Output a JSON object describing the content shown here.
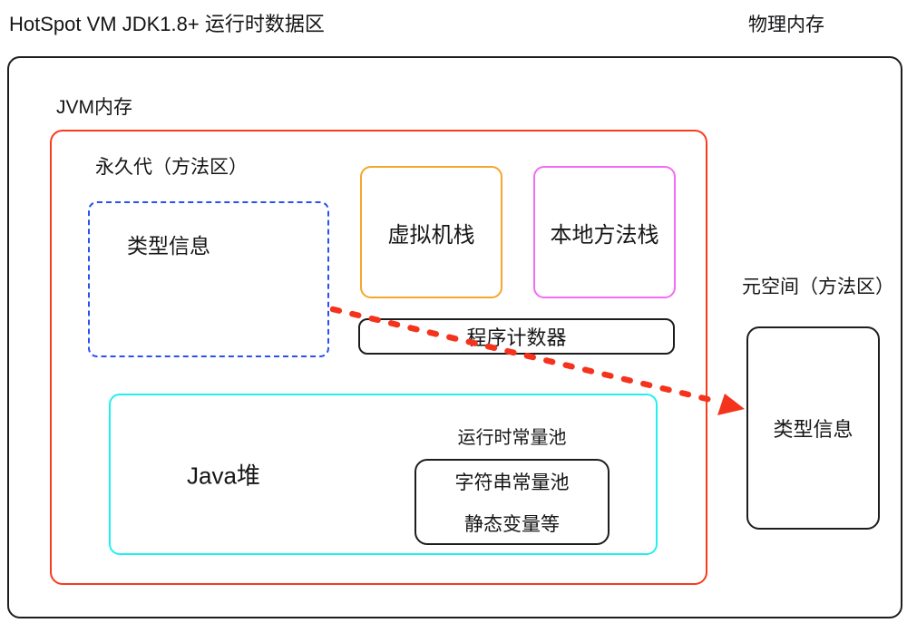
{
  "header": {
    "title": "HotSpot VM JDK1.8+ 运行时数据区",
    "physical_memory_label": "物理内存"
  },
  "jvm": {
    "label": "JVM内存",
    "permgen": {
      "label": "永久代（方法区）",
      "type_info": "类型信息"
    },
    "vm_stack": "虚拟机栈",
    "native_method_stack": "本地方法栈",
    "pc_register": "程序计数器",
    "heap": {
      "label": "Java堆",
      "runtime_constant_pool": "运行时常量池",
      "string_pool_line1": "字符串常量池",
      "string_pool_line2": "静态变量等"
    }
  },
  "metaspace": {
    "label": "元空间（方法区）",
    "type_info": "类型信息"
  },
  "colors": {
    "outline_black": "#1d1d1f",
    "jvm_red": "#f93b1d",
    "type_info_blue": "#2b50f0",
    "vm_stack_orange": "#f5a62b",
    "native_stack_magenta": "#f46bf5",
    "heap_cyan": "#21f0f0",
    "arrow_red": "#f5331d"
  }
}
